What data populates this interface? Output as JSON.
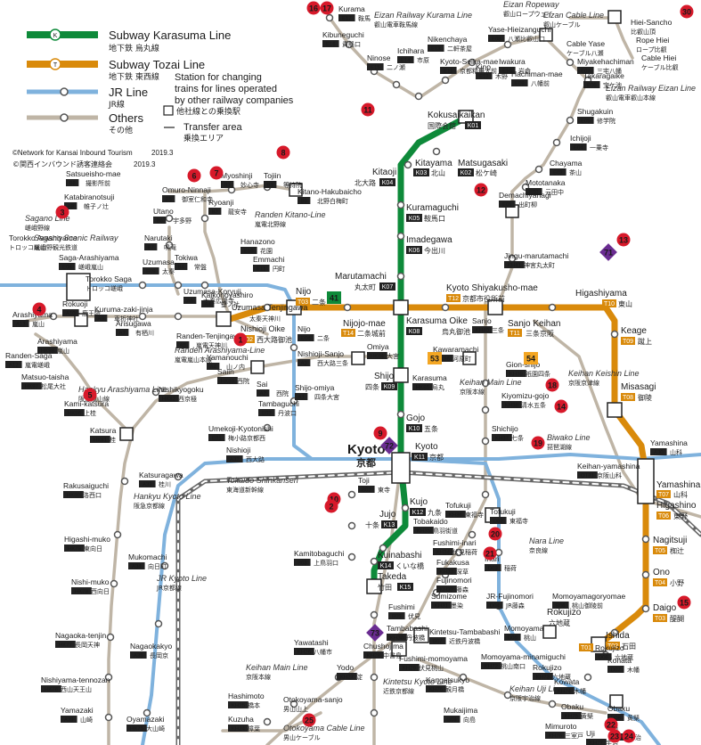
{
  "colors": {
    "karasuma": "#0e8a3a",
    "tozai": "#d98a0b",
    "jr": "#7fb2dd",
    "others": "#bfb5a6",
    "shinkansen": "#777777",
    "pin_red": "#d7192a",
    "pin_purple": "#6a2c91",
    "code_bg": "#222222",
    "code_fg": "#ffffff",
    "badge_orange": "#f3a623",
    "transfer_fill": "#ffffff"
  },
  "legend": {
    "karasuma": {
      "en": "Subway Karasuma Line",
      "jp": "地下鉄 烏丸線",
      "mark": "K"
    },
    "tozai": {
      "en": "Subway Tozai Line",
      "jp": "地下鉄 東西線",
      "mark": "T"
    },
    "jr": {
      "en": "JR Line",
      "jp": "JR線"
    },
    "others": {
      "en": "Others",
      "jp": "その他"
    },
    "station_desc": [
      "Station for changing",
      "trains for lines operated",
      "by other railway companies"
    ],
    "station_jp": "他社線との乗換駅",
    "transfer_en": "Transfer area",
    "transfer_jp": "乗換エリア"
  },
  "credits": {
    "en": "©Network for Kansai Inbound Tourism",
    "en_date": "2019.3",
    "jp": "©関西インバウンド誘客連絡会",
    "jp_date": "2019.3"
  },
  "center_label": {
    "en": "Kyoto",
    "jp": "京都"
  },
  "numbers": {
    "red": [
      "16",
      "17",
      "30",
      "11",
      "6",
      "7",
      "8",
      "12",
      "3",
      "4",
      "5",
      "1",
      "10",
      "13",
      "14",
      "15",
      "18",
      "19",
      "20",
      "21",
      "22",
      "23",
      "24",
      "25",
      "2",
      "9"
    ],
    "purple": [
      "71",
      "72",
      "73"
    ],
    "orange": [
      "53",
      "54",
      "41"
    ]
  },
  "stations": [
    {
      "id": "kokusaikaikan",
      "en": "Kokusaikaikan",
      "jp": "国際会館",
      "code": "K01"
    },
    {
      "id": "matsugasaki",
      "en": "Matsugasaki",
      "jp": "松ケ崎",
      "code": "K02"
    },
    {
      "id": "kitayama",
      "en": "Kitayama",
      "jp": "北山",
      "code": "K03"
    },
    {
      "id": "kitaoji",
      "en": "Kitaoji",
      "jp": "北大路",
      "code": "K04"
    },
    {
      "id": "kuramaguchi",
      "en": "Kuramaguchi",
      "jp": "鞍馬口",
      "code": "K05"
    },
    {
      "id": "imadegawa",
      "en": "Imadegawa",
      "jp": "今出川",
      "code": "K06"
    },
    {
      "id": "marutamachi",
      "en": "Marutamachi",
      "jp": "丸太町",
      "code": "K07"
    },
    {
      "id": "karasumaoike",
      "en": "Karasuma Oike",
      "jp": "烏丸御池",
      "code": "K08"
    },
    {
      "id": "shijo",
      "en": "Shijo",
      "jp": "四条",
      "code": "K09"
    },
    {
      "id": "gojo",
      "en": "Gojo",
      "jp": "五条",
      "code": "K10"
    },
    {
      "id": "kyoto",
      "en": "Kyoto",
      "jp": "京都",
      "code": "K11"
    },
    {
      "id": "kujo",
      "en": "Kujo",
      "jp": "九条",
      "code": "K12"
    },
    {
      "id": "jujo",
      "en": "Jujo",
      "jp": "十条",
      "code": "K13"
    },
    {
      "id": "kuinabashi",
      "en": "Kuinabashi",
      "jp": "くいな橋",
      "code": "K14"
    },
    {
      "id": "takeda",
      "en": "Takeda",
      "jp": "竹田",
      "code": "K15"
    },
    {
      "id": "uzumasatenjingawa",
      "en": "Uzumasa Tenjingawa",
      "jp": "太秦天神川",
      "code": "T01"
    },
    {
      "id": "nishiojioike",
      "en": "Nishioji Oike",
      "jp": "西大路御池",
      "code": "T02"
    },
    {
      "id": "nijo",
      "en": "Nijo",
      "jp": "二条",
      "code": "T03"
    },
    {
      "id": "nijojomae",
      "en": "Nijojo-mae",
      "jp": "二条城前",
      "code": "T14"
    },
    {
      "id": "kyotoshiyakushomae",
      "en": "Kyoto Shiyakusho-mae",
      "jp": "京都市役所前",
      "code": "T12"
    },
    {
      "id": "sanjokeihan",
      "en": "Sanjo Keihan",
      "jp": "三条京阪",
      "code": "T11"
    },
    {
      "id": "higashiyama",
      "en": "Higashiyama",
      "jp": "東山",
      "code": "T10"
    },
    {
      "id": "keage",
      "en": "Keage",
      "jp": "蹴上",
      "code": "T09"
    },
    {
      "id": "misasagi",
      "en": "Misasagi",
      "jp": "御陵",
      "code": "T08"
    },
    {
      "id": "yamashina",
      "en": "Yamashina",
      "jp": "山科",
      "code": "T07"
    },
    {
      "id": "higashino",
      "en": "Higashino",
      "jp": "東野",
      "code": "T06"
    },
    {
      "id": "nagitsuji",
      "en": "Nagitsuji",
      "jp": "椥辻",
      "code": "T05"
    },
    {
      "id": "ono",
      "en": "Ono",
      "jp": "小野",
      "code": "T04"
    },
    {
      "id": "daigo",
      "en": "Daigo",
      "jp": "醍醐",
      "code": "T03"
    },
    {
      "id": "ishida",
      "en": "Ishida",
      "jp": "石田",
      "code": "T02"
    },
    {
      "id": "rokujizo",
      "en": "Rokujizo",
      "jp": "六地蔵",
      "code": "T01"
    }
  ],
  "other_labels": [
    {
      "id": "kurama",
      "en": "Kurama",
      "jp": "鞍馬",
      "code": "E17"
    },
    {
      "id": "kibuneguchi",
      "en": "Kibuneguchi",
      "jp": "貴船口",
      "code": "E16"
    },
    {
      "id": "eizankurama",
      "en": "Eizan Railway Kurama Line",
      "jp": "叡山電車鞍馬線"
    },
    {
      "id": "nikenchaya",
      "en": "Nikenchaya",
      "jp": "二軒茶屋",
      "code": "E13"
    },
    {
      "id": "eizanropeway",
      "en": "Eizan Ropeway",
      "jp": "叡山ロープウェイ"
    },
    {
      "id": "yasehieizanguchi",
      "en": "Yase-Hieizanguchi",
      "jp": "八瀬比叡山口",
      "code": "E08"
    },
    {
      "id": "eizancable",
      "en": "Eizan Cable Line",
      "jp": "叡山ケーブル"
    },
    {
      "id": "hieisancho",
      "en": "Hiei-Sancho",
      "jp": "比叡山頂"
    },
    {
      "id": "ropehiei",
      "en": "Rope Hiei",
      "jp": "ロープ比叡"
    },
    {
      "id": "cablehiei",
      "en": "Cable Hiei",
      "jp": "ケーブル比叡"
    },
    {
      "id": "cableyase",
      "en": "Cable Yase",
      "jp": "ケーブル八瀬"
    },
    {
      "id": "miyakehachiman",
      "en": "Miyakehachiman",
      "jp": "三宅八幡",
      "code": "E07"
    },
    {
      "id": "takaragaike",
      "en": "Takaragaike",
      "jp": "宝ケ池",
      "code": "E06"
    },
    {
      "id": "eizaneizan",
      "en": "Eizan Railway Eizan Line",
      "jp": "叡山電車叡山本線"
    },
    {
      "id": "shugakuin",
      "en": "Shugakuin",
      "jp": "修学院",
      "code": "E05"
    },
    {
      "id": "ichijoji",
      "en": "Ichijoji",
      "jp": "一乗寺",
      "code": "E04"
    },
    {
      "id": "chayama",
      "en": "Chayama",
      "jp": "茶山",
      "code": "E03"
    },
    {
      "id": "mototanaka",
      "en": "Mototanaka",
      "jp": "元田中",
      "code": "E02"
    },
    {
      "id": "demachiyanagi",
      "en": "Demachiyanagi",
      "jp": "出町柳",
      "code": "E01"
    },
    {
      "id": "jingumarutamachi",
      "en": "Jingu-marutamachi",
      "jp": "神宮丸太町",
      "code": "KH41"
    },
    {
      "id": "sanjo",
      "en": "Sanjo",
      "jp": "三条",
      "code": "KH40"
    },
    {
      "id": "kawaramachi",
      "en": "Kawaramachi",
      "jp": "河原町",
      "code": "HK86"
    },
    {
      "id": "gionshijo",
      "en": "Gion-shijo",
      "jp": "祇園四条",
      "code": "KH39"
    },
    {
      "id": "kiyomizugojo",
      "en": "Kiyomizu-gojo",
      "jp": "清水五条",
      "code": "KH38"
    },
    {
      "id": "shichijo",
      "en": "Shichijo",
      "jp": "七条",
      "code": "KH37"
    },
    {
      "id": "karasuma",
      "en": "Karasuma",
      "jp": "烏丸",
      "code": "HK85"
    },
    {
      "id": "omiya",
      "en": "Omiya",
      "jp": "大宮",
      "code": "HK84"
    },
    {
      "id": "saiin",
      "en": "Saiin",
      "jp": "西院",
      "code": "HK83"
    },
    {
      "id": "shijoomiya",
      "en": "Shijo-omiya",
      "jp": "四条大宮",
      "code": "A1"
    },
    {
      "id": "nishiojisanjo",
      "en": "Nishioji-Sanjo",
      "jp": "西大路三条",
      "code": "A3"
    },
    {
      "id": "sai",
      "en": "Sai",
      "jp": "西院",
      "code": "A2"
    },
    {
      "id": "nishikyogoku",
      "en": "Nishikyogoku",
      "jp": "西京極",
      "code": "HK82"
    },
    {
      "id": "katsura",
      "en": "Katsura",
      "jp": "桂",
      "code": "HK81"
    },
    {
      "id": "rakusaiguchi",
      "en": "Rakusaiguchi",
      "jp": "洛西口",
      "code": "HK80"
    },
    {
      "id": "higashimuko",
      "en": "Higashi-muko",
      "jp": "東向日",
      "code": "HK79"
    },
    {
      "id": "nishimuko",
      "en": "Nishi-muko",
      "jp": "西向日",
      "code": "HK78"
    },
    {
      "id": "nagaokatenjin",
      "en": "Nagaoka-tenjin",
      "jp": "長岡天神",
      "code": "HK77"
    },
    {
      "id": "nishiyamatennozan",
      "en": "Nishiyama-tennozan",
      "jp": "西山天王山",
      "code": "HK76"
    },
    {
      "id": "oyamazaki",
      "en": "Oyamazaki",
      "jp": "大山崎",
      "code": "HK75"
    },
    {
      "id": "yamazaki",
      "en": "Yamazaki",
      "jp": "山崎",
      "code": "A39"
    },
    {
      "id": "nagaokakyo",
      "en": "Nagaokakyo",
      "jp": "長岡京",
      "code": "A35"
    },
    {
      "id": "mukomachi",
      "en": "Mukomachi",
      "jp": "向日町",
      "code": "A34"
    },
    {
      "id": "katsuragawa",
      "en": "Katsuragawa",
      "jp": "桂川",
      "code": "A33"
    },
    {
      "id": "nishioji",
      "en": "Nishioji",
      "jp": "西大路",
      "code": "A32"
    },
    {
      "id": "umekoji",
      "en": "Umekoji-Kyotonishi",
      "jp": "梅小路京都西",
      "code": "E01"
    },
    {
      "id": "tambaguchi",
      "en": "Tambaguchi",
      "jp": "丹波口",
      "code": "E03"
    },
    {
      "id": "kamikatsura",
      "en": "Kami-katsura",
      "jp": "上桂",
      "code": "HK96"
    },
    {
      "id": "matsuotaisha",
      "en": "Matsuo-taisha",
      "jp": "松尾大社",
      "code": "HK97"
    },
    {
      "id": "arashiyamahk",
      "en": "Arashiyama",
      "jp": "嵐山",
      "code": "HK98"
    },
    {
      "id": "randenarashiyama",
      "en": "Arashiyama",
      "jp": "嵐山",
      "code": "A13"
    },
    {
      "id": "randensaga",
      "en": "Randen-Saga",
      "jp": "嵐電嵯峨",
      "code": "A12"
    },
    {
      "id": "torokkoarashiyama",
      "en": "Torokko Arashiyama",
      "jp": "トロッコ嵐山"
    },
    {
      "id": "torokkosaga",
      "en": "Torokko Saga",
      "jp": "トロッコ嵯峨"
    },
    {
      "id": "sagaarashiyama",
      "en": "Saga-Arashiyama",
      "jp": "嵯峨嵐山",
      "code": "E08"
    },
    {
      "id": "saganoline",
      "en": "Sagano Line",
      "jp": "嵯峨野線"
    },
    {
      "id": "saganoscenic",
      "en": "Sagano Scenic Railway",
      "jp": "嵯峨野観光鉄道"
    },
    {
      "id": "satsueisho",
      "en": "Satsueisho-mae",
      "jp": "撮影所前",
      "code": "B8"
    },
    {
      "id": "katabiranotsuji",
      "en": "Katabiranotsuji",
      "jp": "帷子ノ辻",
      "code": "A8"
    },
    {
      "id": "omurouninnaji",
      "en": "Omuro-Ninnaji",
      "jp": "御室仁和寺",
      "code": "B5"
    },
    {
      "id": "utano",
      "en": "Utano",
      "jp": "宇多野",
      "code": "B6"
    },
    {
      "id": "narutaki",
      "en": "Narutaki",
      "jp": "鳴滝",
      "code": "B7"
    },
    {
      "id": "tokiwa",
      "en": "Tokiwa",
      "jp": "常盤",
      "code": "B4"
    },
    {
      "id": "uzumasa",
      "en": "Uzumasa",
      "jp": "太秦",
      "code": "E09"
    },
    {
      "id": "hanazono",
      "en": "Hanazono",
      "jp": "花園",
      "code": "E10"
    },
    {
      "id": "emmachi",
      "en": "Emmachi",
      "jp": "円町",
      "code": "E11"
    },
    {
      "id": "myoshinji",
      "en": "Myoshinji",
      "jp": "妙心寺",
      "code": "B3"
    },
    {
      "id": "ryoanji",
      "en": "Ryoanji",
      "jp": "龍安寺",
      "code": "B2"
    },
    {
      "id": "tojiin",
      "en": "Tojiin",
      "jp": "等持院",
      "code": "B1"
    },
    {
      "id": "kitanohakubaicho",
      "en": "Kitano-Hakubaicho",
      "jp": "北野白梅町",
      "code": "B9"
    },
    {
      "id": "randenkitanoline",
      "en": "Randen Kitano-Line",
      "jp": "嵐電北野線"
    },
    {
      "id": "randentenjingawa",
      "en": "Randen-Tenjingawa",
      "jp": "嵐電天神川",
      "code": "A5"
    },
    {
      "id": "randenarashiyamaline",
      "en": "Randen Arashiyama-Line",
      "jp": "嵐電嵐山本線"
    },
    {
      "id": "tojitoji",
      "en": "Toji",
      "jp": "東寺",
      "code": "B01"
    },
    {
      "id": "tokaido",
      "en": "Tokaido Shinkansen",
      "jp": "東海道新幹線"
    },
    {
      "id": "kamitobaguchi",
      "en": "Kamitobaguchi",
      "jp": "上鳥羽口",
      "code": "B03"
    },
    {
      "id": "tofukuji",
      "en": "Tofukuji",
      "jp": "東福寺",
      "code": "KH36"
    },
    {
      "id": "tofukujijr",
      "en": "Tofukuji",
      "jp": "東福寺",
      "code": "D02"
    },
    {
      "id": "tobakaido",
      "en": "Tobakaido",
      "jp": "鳥羽街道",
      "code": "KH35"
    },
    {
      "id": "fushimiinari",
      "en": "Fushimi-inari",
      "jp": "伏見稲荷",
      "code": "KH34"
    },
    {
      "id": "inari",
      "en": "Inari",
      "jp": "稲荷",
      "code": "D03"
    },
    {
      "id": "naraline",
      "en": "Nara Line",
      "jp": "奈良線"
    },
    {
      "id": "fukakusa",
      "en": "Fukakusa",
      "jp": "深草",
      "code": "KH33"
    },
    {
      "id": "fujinomori",
      "en": "Fujinomori",
      "jp": "藤森",
      "code": "KH32"
    },
    {
      "id": "sumizome",
      "en": "Sumizome",
      "jp": "墨染",
      "code": "KH31"
    },
    {
      "id": "jrfujinomori",
      "en": "JR-Fujinomori",
      "jp": "JR藤森",
      "code": "D04"
    },
    {
      "id": "momoyamagoryomae",
      "en": "Momoyamagoryomae",
      "jp": "桃山御陵前",
      "code": "B06"
    },
    {
      "id": "fushimi",
      "en": "Fushimi",
      "jp": "伏見",
      "code": "B05"
    },
    {
      "id": "tambabashi",
      "en": "Tambabashi",
      "jp": "丹波橋",
      "code": "KH30"
    },
    {
      "id": "kintetsutambabashi",
      "en": "Kintetsu-Tambabashi",
      "jp": "近鉄丹波橋",
      "code": "B07"
    },
    {
      "id": "momoyama",
      "en": "Momoyama",
      "jp": "桃山",
      "code": "D05"
    },
    {
      "id": "yawatashi",
      "en": "Yawatashi",
      "jp": "八幡市",
      "code": "KH26"
    },
    {
      "id": "chushojima",
      "en": "Chushojima",
      "jp": "中書島",
      "code": "KH28"
    },
    {
      "id": "fushimimomoyama",
      "en": "Fushimi-momoyama",
      "jp": "伏見桃山",
      "code": "KH29"
    },
    {
      "id": "yodo",
      "en": "Yodo",
      "jp": "淀",
      "code": "KH27"
    },
    {
      "id": "keihanmainline",
      "en": "Keihan Main Line",
      "jp": "京阪本線"
    },
    {
      "id": "hashimoto",
      "en": "Hashimoto",
      "jp": "橋本",
      "code": "KH25"
    },
    {
      "id": "kuzuha",
      "en": "Kuzuha",
      "jp": "樟葉",
      "code": "KH24"
    },
    {
      "id": "otokoyamasanjo",
      "en": "Otokoyama-sanjo",
      "jp": "男山山上"
    },
    {
      "id": "otokoyamacable",
      "en": "Otokoyama Cable Line",
      "jp": "男山ケーブル"
    },
    {
      "id": "mukaijima",
      "en": "Mukaijima",
      "jp": "向島",
      "code": "B09"
    },
    {
      "id": "kangetsukyo",
      "en": "Kangetsukyo",
      "jp": "観月橋",
      "code": "KH76"
    },
    {
      "id": "momoyamaminamiguchi",
      "en": "Momoyama-minamiguchi",
      "jp": "桃山南口",
      "code": "KH72"
    },
    {
      "id": "keihanujiline",
      "en": "Keihan Uji Line",
      "jp": "京阪宇治線"
    },
    {
      "id": "rokujizokh",
      "en": "Rokujizo",
      "jp": "六地蔵",
      "code": "KH73"
    },
    {
      "id": "kowata",
      "en": "Kowata",
      "jp": "木幡",
      "code": "KH74"
    },
    {
      "id": "obaku",
      "en": "Obaku",
      "jp": "黄檗",
      "code": "KH75"
    },
    {
      "id": "mimuroto",
      "en": "Mimuroto",
      "jp": "三室戸",
      "code": "KH76"
    },
    {
      "id": "uji",
      "en": "Uji",
      "jp": "宇治",
      "code": "KH77"
    },
    {
      "id": "ujijr",
      "en": "Uji",
      "jp": "宇治",
      "code": "D09"
    },
    {
      "id": "obakujr",
      "en": "Obaku",
      "jp": "黄檗",
      "code": "D08"
    },
    {
      "id": "kohata",
      "en": "Kohata",
      "jp": "木幡",
      "code": "D07"
    },
    {
      "id": "rokujizojr",
      "en": "Rokujizo",
      "jp": "六地蔵",
      "code": "D06"
    },
    {
      "id": "keihanyamashina",
      "en": "Keihan-yamashina",
      "jp": "京阪山科",
      "code": "OT31"
    },
    {
      "id": "keihankeishinline",
      "en": "Keihan Keishin Line",
      "jp": "京阪京津線"
    },
    {
      "id": "biwakoline",
      "en": "Biwako Line",
      "jp": "琵琶湖線"
    },
    {
      "id": "yamashinajr",
      "en": "Yamashina",
      "jp": "山科",
      "code": "A30"
    },
    {
      "id": "keihanmainline2",
      "en": "Keihan Main Line",
      "jp": "京阪本線"
    },
    {
      "id": "jrkyotoline",
      "en": "JR Kyoto Line",
      "jp": "JR京都線"
    },
    {
      "id": "hankyukyotoline",
      "en": "Hankyu Kyoto Line",
      "jp": "阪急京都線"
    },
    {
      "id": "hankyuarashiyamaline",
      "en": "Hankyu Arashiyama Line",
      "jp": "阪急嵐山線"
    },
    {
      "id": "kintetsukyotoline",
      "en": "Kintetsu Kyoto Line",
      "jp": "近鉄京都線"
    },
    {
      "id": "kawaramachi2",
      "en": "Kuruma-zaki-jinja",
      "jp": "車折神社",
      "code": "A9"
    },
    {
      "id": "arisugawa",
      "en": "Arisugawa",
      "jp": "有栖川",
      "code": "A7"
    },
    {
      "id": "rokuonji",
      "en": "Rokuoji",
      "jp": "鹿王院",
      "code": "A10"
    },
    {
      "id": "uzumasakoryuji",
      "en": "Uzumasa-Koryuji",
      "jp": "太秦広隆寺",
      "code": "A6"
    },
    {
      "id": "kaikonoyashiro",
      "en": "Kaikonoyashiro",
      "jp": "蚕ノ社",
      "code": "A4"
    },
    {
      "id": "yamanouchi",
      "en": "Yamanouchi",
      "jp": "山ノ内",
      "code": "A4"
    },
    {
      "id": "nijojr",
      "en": "Nijo",
      "jp": "二条",
      "code": "E04"
    },
    {
      "id": "kyotojr",
      "en": "Kyoto",
      "jp": "京都"
    },
    {
      "id": "kyotocodes",
      "en": "A31 B31 D01 E01"
    },
    {
      "id": "sanjoeki",
      "en": "Sanjo",
      "jp": "三条",
      "code": "KH40"
    },
    {
      "id": "kitaojilabel",
      "en": "Kitaoji",
      "jp": "北大路"
    },
    {
      "id": "shinkyogoku",
      "en": "Kyoto",
      "jp": "京都"
    },
    {
      "id": "ichihara",
      "en": "Ichihara",
      "jp": "市原",
      "code": "E14"
    },
    {
      "id": "ninose",
      "en": "Ninose",
      "jp": "二ノ瀬",
      "code": "E15"
    },
    {
      "id": "kinoo",
      "en": "Kino",
      "jp": "木野",
      "code": "E12"
    },
    {
      "id": "kyotoseikadaimae",
      "en": "Kyoto-Seika-mae",
      "jp": "京都精華大前",
      "code": "E11"
    },
    {
      "id": "iwakura",
      "en": "Iwakura",
      "jp": "岩倉",
      "code": "E10"
    },
    {
      "id": "hachimanmae",
      "en": "Hachiman-mae",
      "jp": "八幡前",
      "code": "E09"
    },
    {
      "id": "kyotostation",
      "en": "Kyoto",
      "jp": "京都"
    }
  ]
}
